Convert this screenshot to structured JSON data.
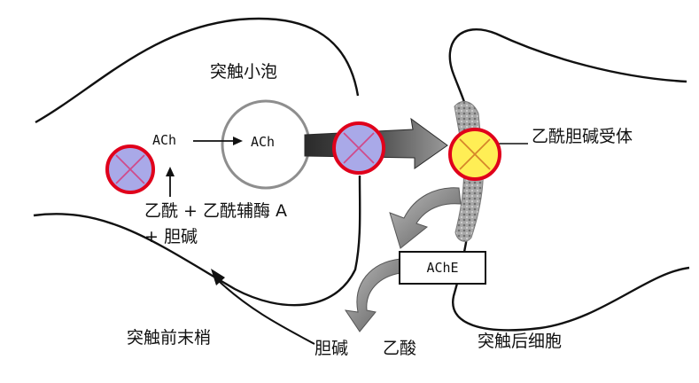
{
  "labels": {
    "synaptic_vesicle": "突触小泡",
    "ach_left": "ACh",
    "ach_vesicle": "ACh",
    "precursor_line1": "乙酰 + 乙酰辅酶 A",
    "precursor_line2": "+ 胆碱",
    "presynaptic_terminal": "突触前末梢",
    "choline": "胆碱",
    "acetic_acid": "乙酸",
    "postsynaptic_cell": "突触后细胞",
    "ach_receptor": "乙酰胆碱受体",
    "ache": "AChE"
  },
  "colors": {
    "outline": "#111111",
    "blocker_fill": "#a9a9e8",
    "blocker_ring": "#e0001b",
    "receptor_fill": "#ffee55",
    "arrow_fill": "#8a8a8a",
    "arrow_dark": "#3a3a3a"
  },
  "icons": {
    "blocker_left": "crossed-circle-icon",
    "blocker_release": "crossed-circle-icon",
    "receptor": "crossed-circle-icon"
  }
}
